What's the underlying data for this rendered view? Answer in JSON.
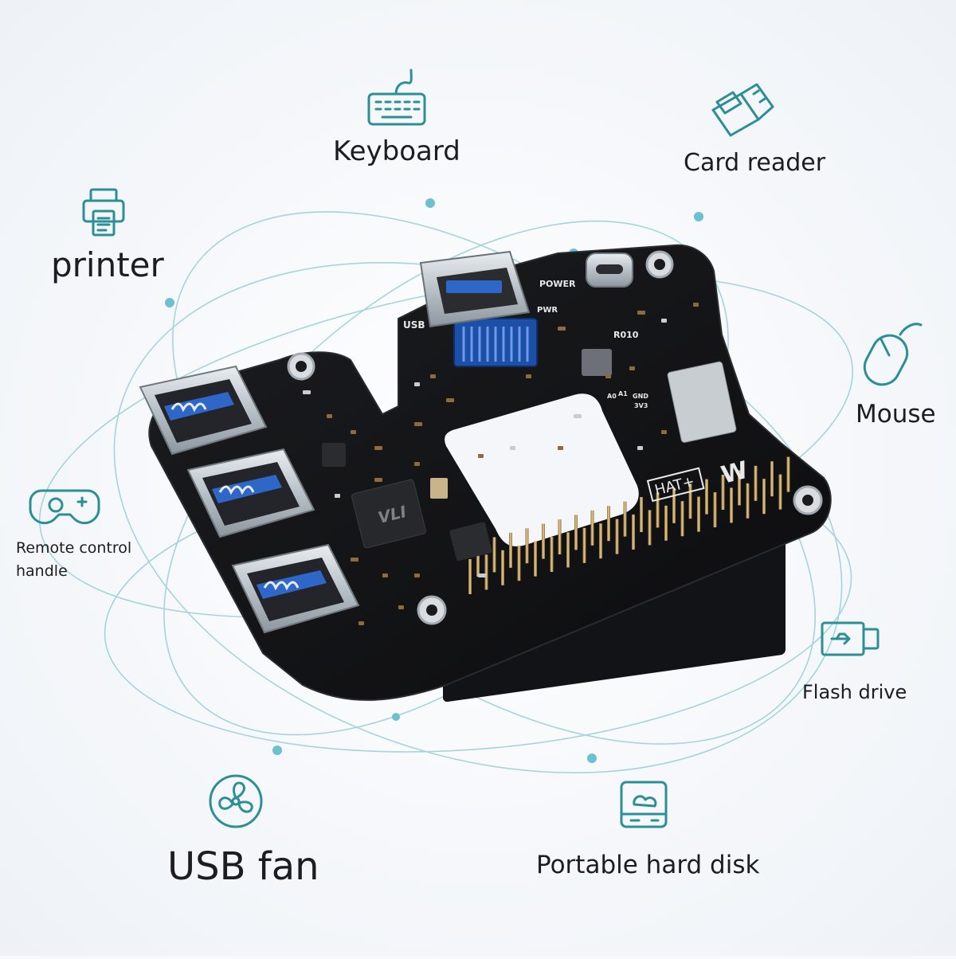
{
  "accent_color": "#2c8f97",
  "devices": {
    "keyboard": {
      "label": "Keyboard",
      "icon": "keyboard-icon"
    },
    "card_reader": {
      "label": "Card reader",
      "icon": "card-reader-icon"
    },
    "printer": {
      "label": "printer",
      "icon": "printer-icon"
    },
    "mouse": {
      "label": "Mouse",
      "icon": "mouse-icon"
    },
    "remote": {
      "label": "Remote control handle",
      "icon": "gamepad-icon"
    },
    "flash_drive": {
      "label": "Flash drive",
      "icon": "flash-drive-icon"
    },
    "usb_fan": {
      "label": "USB fan",
      "icon": "fan-icon"
    },
    "hard_disk": {
      "label": "Portable hard disk",
      "icon": "hard-disk-icon"
    }
  },
  "board": {
    "silkscreen": {
      "usb": "USB",
      "power": "POWER",
      "pwr": "PWR",
      "r010": "R010",
      "a0": "A0",
      "a1": "A1",
      "gnd": "GND",
      "v3": "3V3",
      "hat": "HAT+",
      "chip": "VLI",
      "brand": "W"
    }
  }
}
